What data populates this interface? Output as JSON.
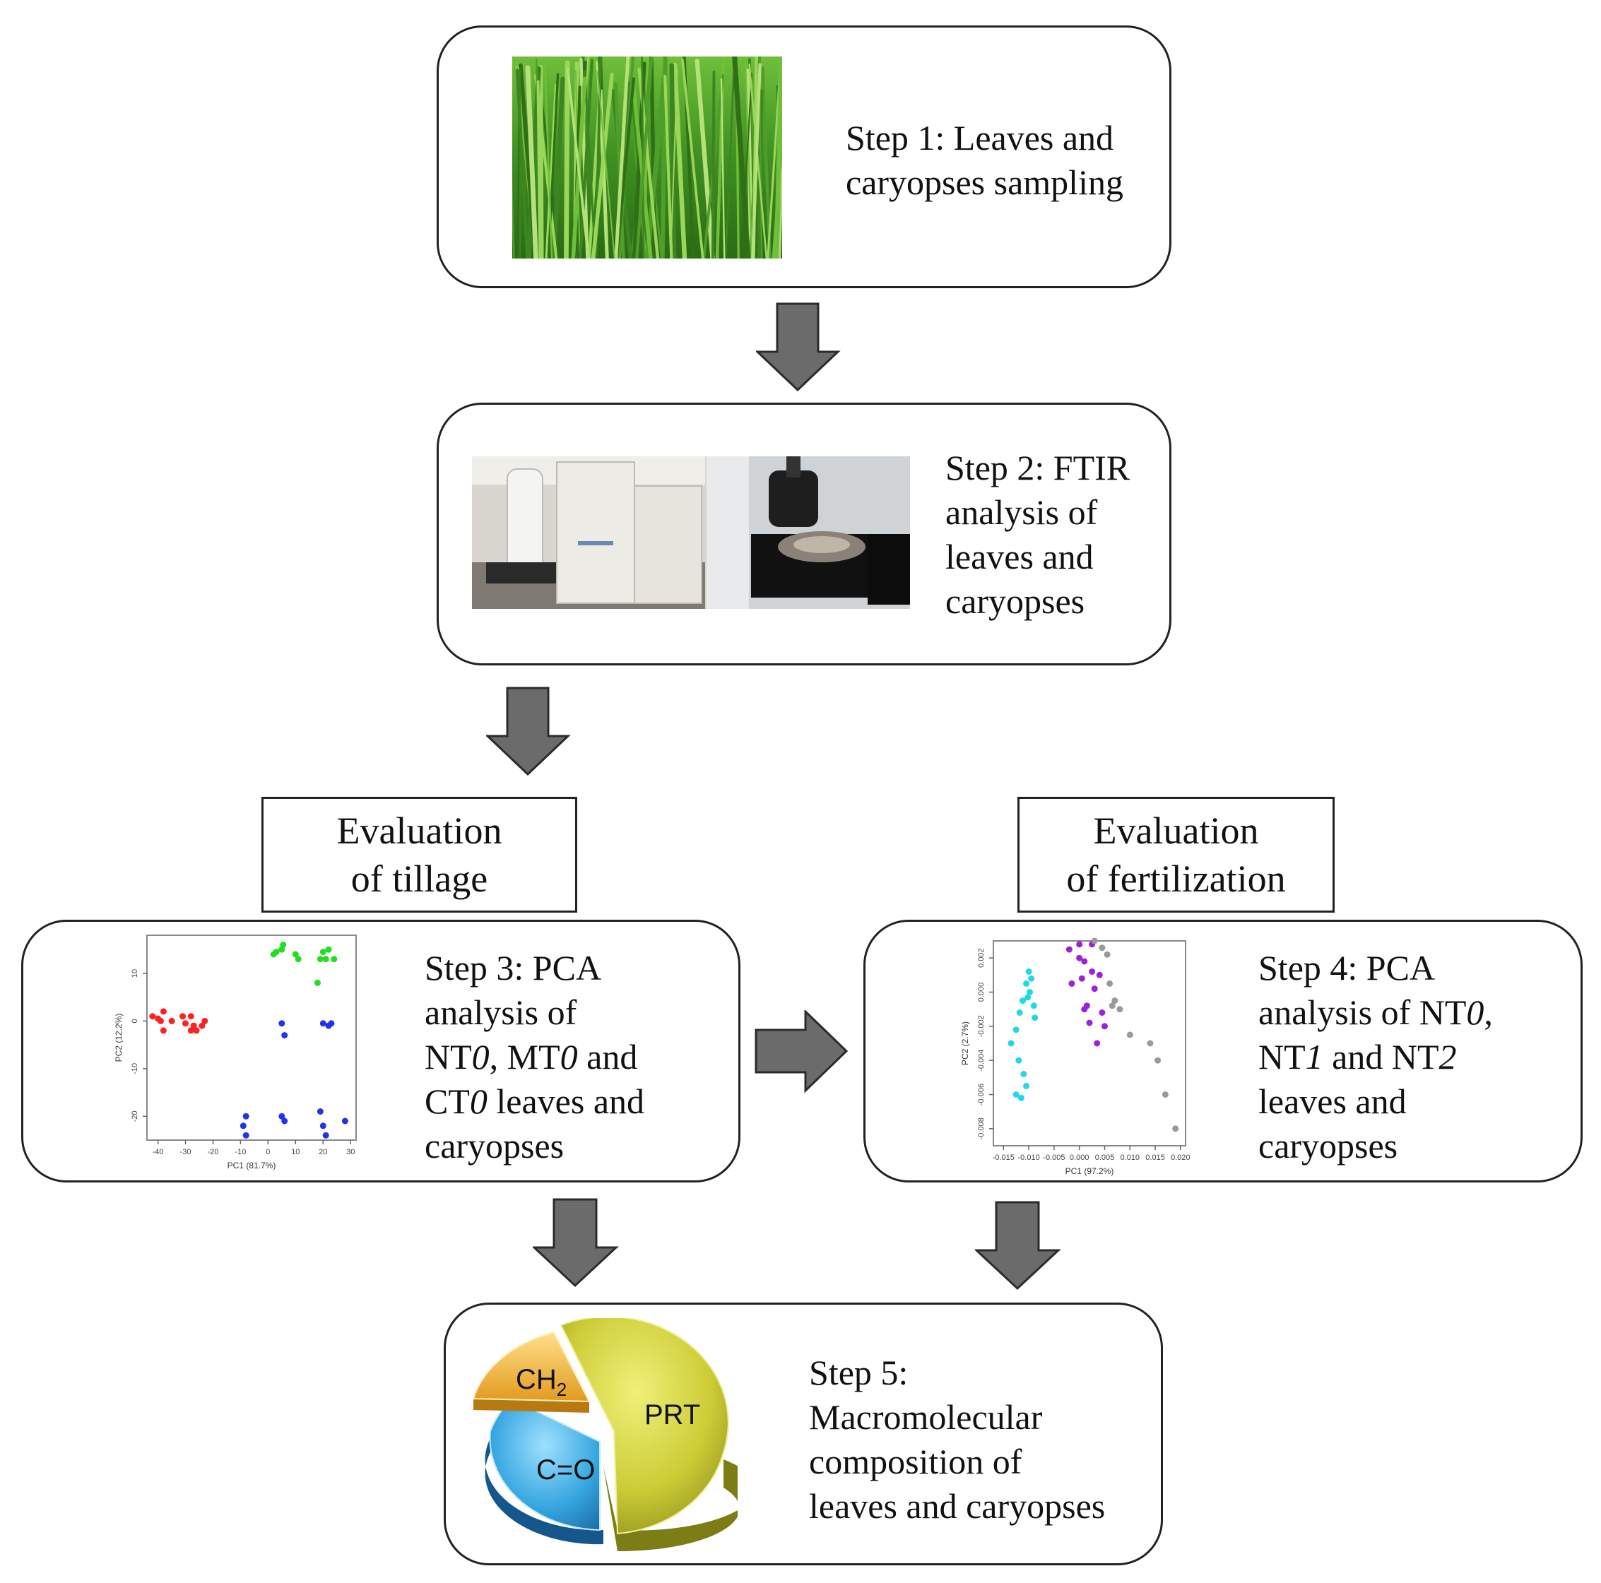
{
  "steps": {
    "step1": [
      "Step 1: Leaves and",
      "caryopses sampling"
    ],
    "step2": [
      "Step 2: FTIR",
      "analysis of",
      "leaves and",
      "caryopses"
    ],
    "step3": {
      "l1": "Step 3: PCA",
      "l2": "analysis of",
      "l3": [
        {
          "t": "NT",
          "i": false
        },
        {
          "t": "0",
          "i": true
        },
        {
          "t": ", MT",
          "i": false
        },
        {
          "t": "0",
          "i": true
        },
        {
          "t": " and",
          "i": false
        }
      ],
      "l4": [
        {
          "t": "CT",
          "i": false
        },
        {
          "t": "0",
          "i": true
        },
        {
          "t": " leaves and",
          "i": false
        }
      ],
      "l5": "caryopses"
    },
    "step4": {
      "l1": "Step 4: PCA",
      "l2": [
        {
          "t": "analysis of NT",
          "i": false
        },
        {
          "t": "0",
          "i": true
        },
        {
          "t": ",",
          "i": false
        }
      ],
      "l3": [
        {
          "t": "NT",
          "i": false
        },
        {
          "t": "1",
          "i": true
        },
        {
          "t": " and NT",
          "i": false
        },
        {
          "t": "2",
          "i": true
        }
      ],
      "l4": "leaves and",
      "l5": "caryopses"
    },
    "step5": [
      "Step 5:",
      "Macromolecular",
      "composition of",
      "leaves and caryopses"
    ]
  },
  "labels": {
    "tillage": [
      "Evaluation",
      "of tillage"
    ],
    "fertilization": [
      "Evaluation",
      "of fertilization"
    ]
  },
  "pie": {
    "slices": [
      {
        "label": "PRT",
        "value": 50,
        "color": "#c8c832"
      },
      {
        "label": "C=O",
        "value": 33,
        "color": "#3aa9dd"
      },
      {
        "label": "CH2",
        "value": 17,
        "color": "#f0b640"
      }
    ]
  },
  "pca_tillage": {
    "x_label": "PC1 (81.7%)",
    "y_label": "PC2 (12.2%)",
    "x_ticks": [
      "-40",
      "-30",
      "-20",
      "-10",
      "0",
      "10",
      "20",
      "30"
    ],
    "y_ticks": [
      "10",
      "0",
      "-10",
      "-20"
    ],
    "xlim": [
      -44,
      32
    ],
    "ylim": [
      -25,
      18
    ],
    "groups": [
      {
        "color": "#ff2020",
        "points": [
          [
            -42,
            1
          ],
          [
            -40,
            0.5
          ],
          [
            -39,
            0
          ],
          [
            -38,
            2
          ],
          [
            -38,
            -2
          ],
          [
            -35,
            0
          ],
          [
            -31,
            1
          ],
          [
            -30,
            -0.5
          ],
          [
            -28,
            -2
          ],
          [
            -28,
            1
          ],
          [
            -27,
            -1
          ],
          [
            -26,
            -2
          ],
          [
            -24,
            -1
          ],
          [
            -23,
            0
          ]
        ]
      },
      {
        "color": "#22dd22",
        "points": [
          [
            2,
            14
          ],
          [
            3,
            14.5
          ],
          [
            5,
            15
          ],
          [
            5.5,
            16
          ],
          [
            10,
            14
          ],
          [
            11,
            13
          ],
          [
            19,
            13
          ],
          [
            20,
            14.5
          ],
          [
            21,
            13
          ],
          [
            22,
            15
          ],
          [
            24,
            13
          ],
          [
            18,
            8
          ]
        ]
      },
      {
        "color": "#2233ee",
        "points": [
          [
            5,
            -0.5
          ],
          [
            6,
            -3
          ],
          [
            20,
            -0.5
          ],
          [
            22,
            -1
          ],
          [
            23,
            -0.5
          ],
          [
            -8,
            -20
          ],
          [
            -9,
            -22
          ],
          [
            -8,
            -24
          ],
          [
            5,
            -20
          ],
          [
            6,
            -21
          ],
          [
            19,
            -19
          ],
          [
            20,
            -22
          ],
          [
            21,
            -24
          ],
          [
            28,
            -21
          ]
        ]
      }
    ]
  },
  "pca_fertilization": {
    "x_label": "PC1 (97.2%)",
    "y_label": "PC2 (2.7%)",
    "x_ticks": [
      "-0.015",
      "-0.010",
      "-0.005",
      "0.000",
      "0.005",
      "0.010",
      "0.015",
      "0.020"
    ],
    "y_ticks": [
      "0.002",
      "0.000",
      "-0.002",
      "-0.004",
      "-0.006",
      "-0.008"
    ],
    "xlim": [
      -0.017,
      0.021
    ],
    "ylim": [
      -0.009,
      0.003
    ],
    "groups": [
      {
        "color": "#22d8e6",
        "points": [
          [
            -0.0135,
            -0.003
          ],
          [
            -0.0125,
            -0.0022
          ],
          [
            -0.0118,
            -0.0012
          ],
          [
            -0.0112,
            -0.0005
          ],
          [
            -0.0105,
            0.0005
          ],
          [
            -0.0102,
            -0.0003
          ],
          [
            -0.0098,
            0.0
          ],
          [
            -0.0095,
            0.0008
          ],
          [
            -0.009,
            -0.0008
          ],
          [
            -0.0088,
            -0.0015
          ],
          [
            -0.012,
            -0.004
          ],
          [
            -0.011,
            -0.0048
          ],
          [
            -0.0105,
            -0.0055
          ],
          [
            -0.0125,
            -0.006
          ],
          [
            -0.0115,
            -0.0062
          ],
          [
            -0.01,
            0.0012
          ]
        ]
      },
      {
        "color": "#9b22dd",
        "points": [
          [
            -0.002,
            0.0025
          ],
          [
            0.0,
            0.002
          ],
          [
            0.001,
            0.0018
          ],
          [
            0.0025,
            0.0012
          ],
          [
            0.004,
            0.001
          ],
          [
            -0.0015,
            0.0005
          ],
          [
            0.0005,
            0.0008
          ],
          [
            0.003,
            0.0002
          ],
          [
            0.001,
            -0.001
          ],
          [
            0.002,
            -0.0018
          ],
          [
            0.0045,
            -0.0012
          ],
          [
            0.005,
            -0.002
          ],
          [
            0.0035,
            -0.003
          ],
          [
            0.0015,
            -0.0008
          ],
          [
            0.0,
            0.0028
          ],
          [
            0.0025,
            0.0028
          ]
        ]
      },
      {
        "color": "#9a9a9a",
        "points": [
          [
            0.003,
            0.003
          ],
          [
            0.0045,
            0.0026
          ],
          [
            0.0055,
            0.0022
          ],
          [
            0.006,
            0.0005
          ],
          [
            0.0065,
            -0.0008
          ],
          [
            0.008,
            -0.001
          ],
          [
            0.01,
            -0.0025
          ],
          [
            0.014,
            -0.003
          ],
          [
            0.0155,
            -0.004
          ],
          [
            0.017,
            -0.006
          ],
          [
            0.019,
            -0.008
          ],
          [
            0.007,
            -0.0005
          ]
        ]
      }
    ]
  }
}
